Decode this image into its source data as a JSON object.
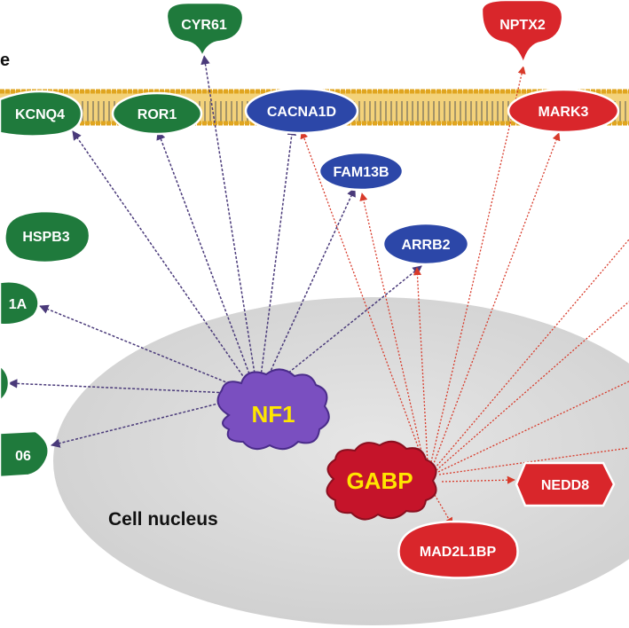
{
  "labels": {
    "membrane_fragment": "e",
    "nucleus": "Cell nucleus"
  },
  "regulators": {
    "nf1": "NF1",
    "gabp": "GABP"
  },
  "genes": {
    "cyr61": "CYR61",
    "kcnq4": "KCNQ4",
    "ror1": "ROR1",
    "hspb3": "HSPB3",
    "g_1a": "1A",
    "g_06": "06",
    "cacna1d": "CACNA1D",
    "fam13b": "FAM13B",
    "arrb2": "ARRB2",
    "nptx2": "NPTX2",
    "mark3": "MARK3",
    "nedd8": "NEDD8",
    "mad2l1bp": "MAD2L1BP"
  },
  "colors": {
    "green_node": "#1f7a3c",
    "blue_node": "#2c47a8",
    "red_node": "#d9262b",
    "nf1_node": "#7a4fc0",
    "regulator_text": "#ffe600",
    "nf1_edge": "#4a3a7a",
    "gabp_edge": "#d83a2a",
    "membrane": "#e8b23a",
    "nucleus": "#d6d6d6"
  }
}
